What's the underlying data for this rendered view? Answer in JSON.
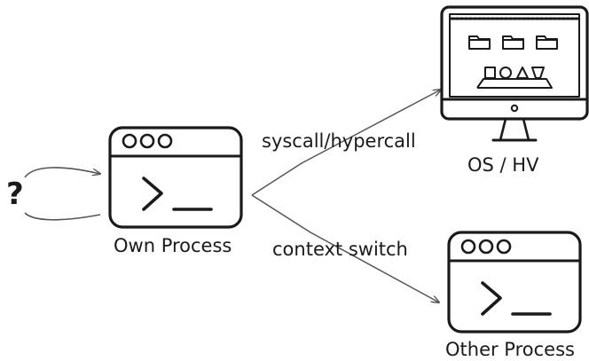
{
  "nodes": {
    "own_process": {
      "label": "Own Process"
    },
    "os_hv": {
      "label": "OS / HV"
    },
    "other_process": {
      "label": "Other Process"
    }
  },
  "edges": {
    "syscall": {
      "label": "syscall/hypercall"
    },
    "context_switch": {
      "label": "context switch"
    }
  },
  "self_loop": {
    "label": "?"
  },
  "colors": {
    "stroke": "#1a1a1a",
    "arrow": "#555555"
  }
}
